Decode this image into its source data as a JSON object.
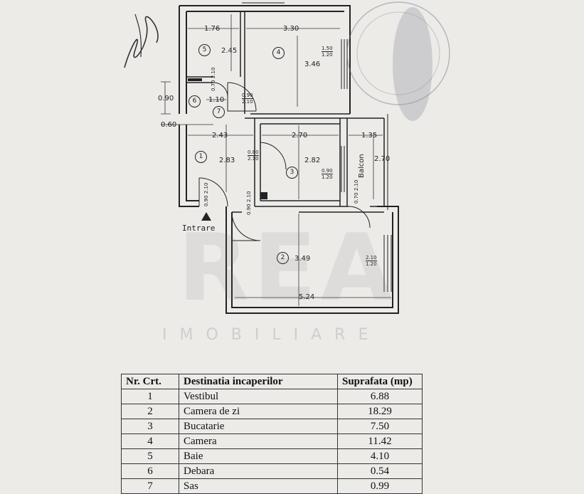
{
  "plan": {
    "entrance_label": "Intrare",
    "balcony_label": "Balcon",
    "room_numbers": [
      "1",
      "2",
      "3",
      "4",
      "5",
      "6",
      "7"
    ],
    "dimensions": {
      "d176": "1.76",
      "d330": "3.30",
      "d245": "2.45",
      "d346": "3.46",
      "d090": "0.90",
      "d110": "1.10",
      "d060": "0.60",
      "d243": "2.43",
      "d270": "2.70",
      "d135": "1.35",
      "d283": "2.83",
      "d282": "2.82",
      "d270b": "2.70",
      "d349": "3.49",
      "d524": "5.24"
    },
    "openings": {
      "w4": [
        "1.50",
        "1.20"
      ],
      "w3": [
        "0.90",
        "1.20"
      ],
      "w2": [
        "2.10",
        "1.20"
      ],
      "dr7": [
        "0.90",
        "2.10"
      ],
      "dr3": [
        "0.80",
        "2.10"
      ],
      "dr5": [
        "0.70",
        "2.10"
      ],
      "dr1": [
        "0.90",
        "2.10"
      ],
      "dr2": [
        "0.90",
        "2.10"
      ],
      "drb": [
        "0.70",
        "2.10"
      ]
    }
  },
  "watermark": {
    "brand": "REA",
    "subtitle": "IMOBILIARE"
  },
  "table": {
    "headers": [
      "Nr. Crt.",
      "Destinatia incaperilor",
      "Suprafata (mp)"
    ],
    "rows": [
      [
        "1",
        "Vestibul",
        "6.88"
      ],
      [
        "2",
        "Camera de zi",
        "18.29"
      ],
      [
        "3",
        "Bucatarie",
        "7.50"
      ],
      [
        "4",
        "Camera",
        "11.42"
      ],
      [
        "5",
        "Baie",
        "4.10"
      ],
      [
        "6",
        "Debara",
        "0.54"
      ],
      [
        "7",
        "Sas",
        "0.99"
      ]
    ]
  }
}
